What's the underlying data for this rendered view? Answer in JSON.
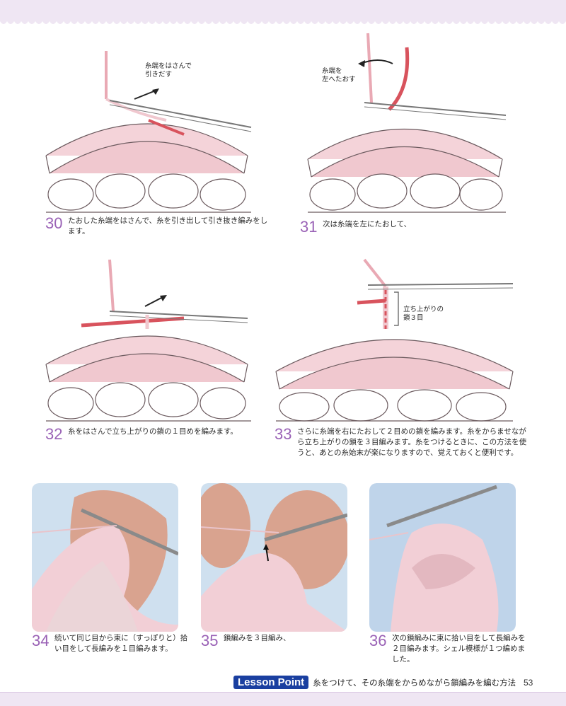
{
  "colors": {
    "accent": "#9a62b6",
    "yarn": "#f0c8cf",
    "yarn_dark": "#e2a9b3",
    "red": "#d8535d"
  },
  "steps": [
    {
      "num": "30",
      "text": "たおした糸端をはさんで、糸を引き出して引き抜き編みをします。"
    },
    {
      "num": "31",
      "text": "次は糸端を左にたおして、"
    },
    {
      "num": "32",
      "text": "糸をはさんで立ち上がりの鎖の１目めを編みます。"
    },
    {
      "num": "33",
      "text": "さらに糸端を右にたおして２目めの鎖を編みます。糸をからませながら立ち上がりの鎖を３目編みます。糸をつけるときに、この方法を使うと、あとの糸始末が楽になりますので、覚えておくと便利です。"
    },
    {
      "num": "34",
      "text": "続いて同じ目から束に（すっぽりと）拾い目をして長編みを１目編みます。"
    },
    {
      "num": "35",
      "text": "鎖編みを３目編み、"
    },
    {
      "num": "36",
      "text": "次の鎖編みに束に拾い目をして長編みを２目編みます。シェル模様が１つ編めました。"
    }
  ],
  "callouts": {
    "c30": [
      "糸端をはさんで",
      "引きだす"
    ],
    "c31": [
      "糸端を",
      "左へたおす"
    ],
    "c33": [
      "立ち上がりの",
      "鎖３目"
    ]
  },
  "footer": {
    "badge": "Lesson Point",
    "title": "糸をつけて、その糸端をからめながら鎖編みを編む方法",
    "page": "53"
  }
}
